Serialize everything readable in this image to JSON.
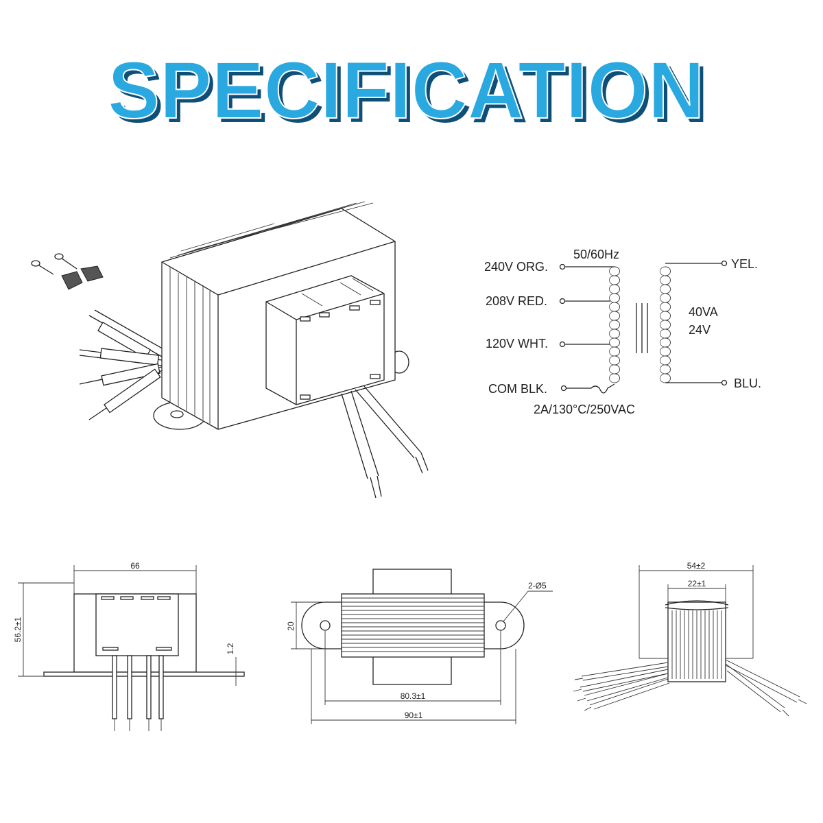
{
  "title": "SPECIFICATION",
  "colors": {
    "title_fill": "#2aa8e0",
    "title_shadow": "#0e4f78",
    "line": "#222222"
  },
  "schematic": {
    "frequency": "50/60Hz",
    "primary_taps": [
      {
        "label": "240V ORG."
      },
      {
        "label": "208V RED."
      },
      {
        "label": "120V WHT."
      },
      {
        "label": "COM BLK."
      }
    ],
    "fuse": "2A/130°C/250VAC",
    "rating": {
      "power": "40VA",
      "voltage": "24V"
    },
    "secondary_taps": [
      {
        "label": "YEL."
      },
      {
        "label": "BLU."
      }
    ]
  },
  "dimensions": {
    "front": {
      "width": "66",
      "height": "56.2±1",
      "base": "1.2"
    },
    "top": {
      "height": "20",
      "holes": "2-Ø5",
      "hole_spacing": "80.3±1",
      "overall": "90±1"
    },
    "side": {
      "overall": "54±2",
      "core": "22±1"
    }
  }
}
